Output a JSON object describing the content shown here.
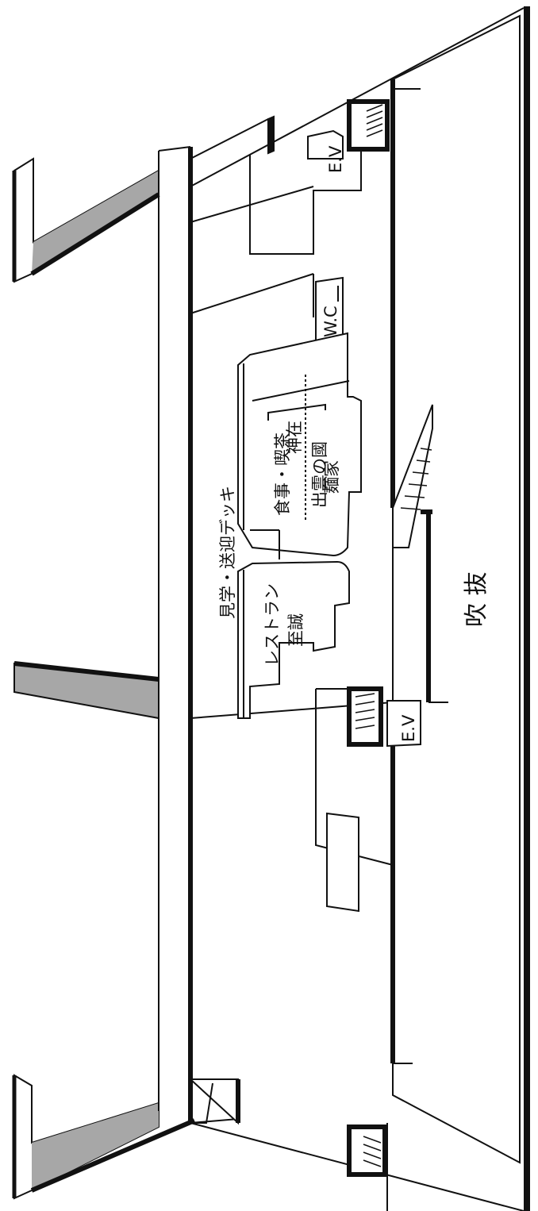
{
  "colors": {
    "ink": "#111111",
    "background": "#ffffff",
    "grey_shading": "#a7a7a7"
  },
  "labels": {
    "deck": "見学・送迎デッキ",
    "cafe_line1": "食事・喫茶",
    "cafe_line2": "神在",
    "noodle_line1": "出雲の國",
    "noodle_line2": "麺家",
    "restaurant_line1": "レストラン",
    "restaurant_line2": "至誠",
    "atrium": "吹 抜",
    "ev_top": "E.V",
    "ev_bottom": "E.V",
    "wc": "W.C"
  }
}
